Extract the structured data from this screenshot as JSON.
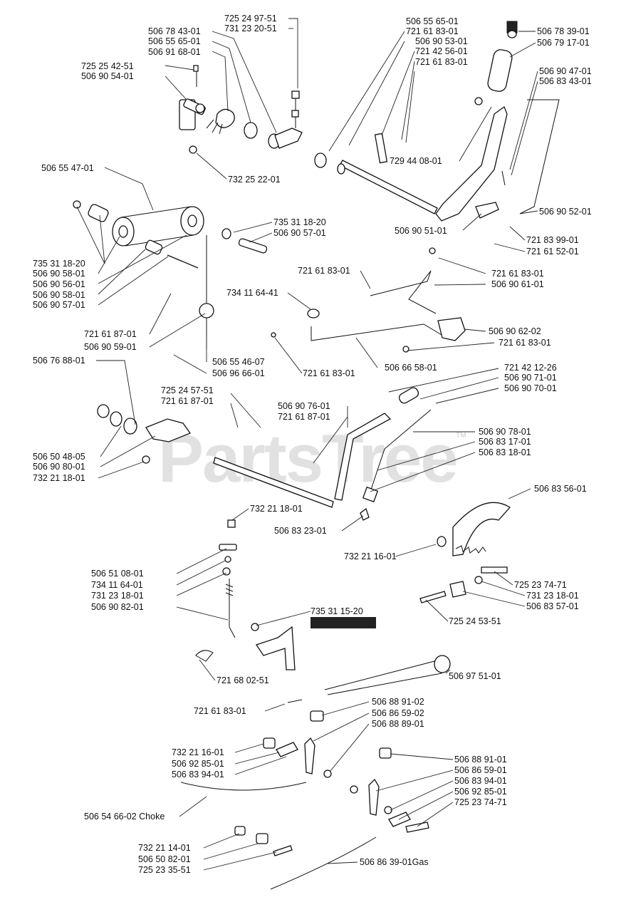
{
  "watermark": "PartsTree",
  "watermark_tm": "TM",
  "labels": {
    "l01": "725 24 97-51",
    "l02": "731 23 20-51",
    "l03": "506 78 43-01",
    "l04": "506 55 65-01",
    "l05": "506 91 68-01",
    "l06": "725 25 42-51",
    "l07": "506 90 54-01",
    "l08": "732 25 22-01",
    "l09": "506 55 65-01",
    "l10": "721 61 83-01",
    "l11": "506 90 53-01",
    "l12": "721 42 56-01",
    "l13": "721 61 83-01",
    "l14": "506 78 39-01",
    "l15": "506 79 17-01",
    "l16": "506 90 47-01",
    "l17": "506 83 43-01",
    "l18": "729 44 08-01",
    "l19": "506 55 47-01",
    "l20": "506 90 52-01",
    "l21": "735 31 18-20",
    "l22": "506 90 57-01",
    "l23": "506 90 51-01",
    "l24": "721 83 99-01",
    "l25": "721 61 52-01",
    "l26": "735 31 18-20",
    "l27": "506 90 58-01",
    "l28": "506 90 56-01",
    "l29": "506 90 58-01",
    "l30": "506 90 57-01",
    "l31": "721 61 83-01",
    "l32": "506 90 61-01",
    "l33": "721 61 83-01",
    "l34": "734 11 64-41",
    "l35": "721 61 87-01",
    "l36": "506 90 59-01",
    "l37": "506 90 62-02",
    "l38": "721 61 83-01",
    "l39": "506 55 46-07",
    "l40": "506 96 66-01",
    "l41": "721 61 83-01",
    "l42": "506 66 58-01",
    "l43": "506 76 88-01",
    "l44": "721 42 12-26",
    "l45": "506 90 71-01",
    "l46": "725 24 57-51",
    "l47": "721 61 87-01",
    "l48": "506 90 76-01",
    "l49": "721 61 87-01",
    "l50": "506 90 70-01",
    "l51": "506 90 78-01",
    "l52": "506 83 17-01",
    "l53": "506 83 18-01",
    "l54": "506 50 48-05",
    "l55": "506 90 80-01",
    "l56": "732 21 18-01",
    "l57": "506 83 56-01",
    "l58": "732 21 18-01",
    "l59": "506 83 23-01",
    "l60": "732 21 16-01",
    "l61": "506 51 08-01",
    "l62": "734 11 64-01",
    "l63": "731 23 18-01",
    "l64": "506 90 82-01",
    "l65": "725 23 74-71",
    "l66": "731 23 18-01",
    "l67": "506 83 57-01",
    "l68": "735 31 15-20",
    "l69": "725 24 53-51",
    "l70": "721 68 02-51",
    "l71": "506 97 51-01",
    "l72": "721 61 83-01",
    "l73": "506 88 91-02",
    "l74": "506 86 59-02",
    "l75": "506 88 89-01",
    "l76": "732 21 16-01",
    "l77": "506 92 85-01",
    "l78": "506 83 94-01",
    "l79": "506 88 91-01",
    "l80": "506 86 59-01",
    "l81": "506 83 94-01",
    "l82": "506 92 85-01",
    "l83": "725 23 74-71",
    "l84": "506 54 66-02 Choke",
    "l85": "732 21 14-01",
    "l86": "506 50 82-01",
    "l87": "725 23 35-51",
    "l88": "506 86 39-01Gas"
  }
}
